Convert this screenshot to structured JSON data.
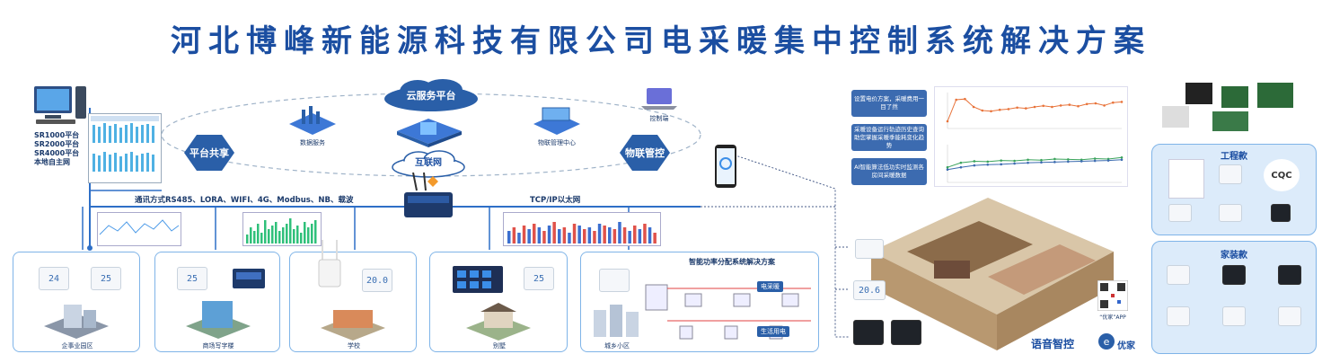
{
  "title": "河北博峰新能源科技有限公司电采暖集中控制系统解决方案",
  "platforms": [
    "SR1000平台",
    "SR2000平台",
    "SR4000平台",
    "本地自主网"
  ],
  "cloud": "云服务平台",
  "internet": "互联网",
  "platform_share": "平台共享",
  "iot_control": "物联管控",
  "data_service": "数据服务",
  "iot_center": "物联管理中心",
  "control_end": "控制端",
  "comm_methods": "通讯方式RS485、LORA、WIFI、4G、Modbus、NB、载波",
  "tcpip": "TCP/IP以太网",
  "sites": {
    "enterprise": "企事业园区",
    "office": "商场写字楼",
    "school": "学校",
    "villa": "别墅",
    "village": "城乡小区"
  },
  "smart_power": "智能功率分配系统解决方案",
  "heating_electric": "电采暖",
  "living_electric": "生活用电",
  "thermostat_values": [
    "24",
    "25",
    "25",
    "20.0",
    "25",
    "20.6"
  ],
  "info_boxes": [
    "设置电价方案，采暖费用一目了然",
    "采暖设备运行轨迹历史查询助您掌握采暖季能耗变化趋势",
    "AI智能算法低功实时监测各房间采暖数据"
  ],
  "brand_voice": "语音智控",
  "brand_home": "优家",
  "app_label": "“优家”APP",
  "engineering": "工程款",
  "home": "家装款",
  "cert": "CQC",
  "colors": {
    "title": "#1b4ea1",
    "accent": "#3c6bb0",
    "border": "#7fb4e8",
    "panel": "#dcebfa",
    "orange_line": "#e8733a",
    "green_line": "#3aa35c",
    "bar_blue": "#3b6fd0",
    "bar_red": "#e0524a",
    "bar_green": "#2fc07a"
  },
  "chart_data": [
    {
      "type": "line",
      "x": [
        "1",
        "2",
        "3",
        "4",
        "5",
        "6",
        "7",
        "8",
        "9",
        "10",
        "11",
        "12",
        "13",
        "14",
        "15",
        "16",
        "17",
        "18",
        "19",
        "20",
        "21"
      ],
      "series": [
        {
          "values": [
            20,
            80,
            82,
            60,
            50,
            48,
            52,
            54,
            58,
            56,
            60,
            63,
            60,
            64,
            66,
            62,
            68,
            70,
            64,
            72,
            74
          ]
        }
      ],
      "ylim": [
        0,
        100
      ]
    },
    {
      "type": "line",
      "x": [
        "1",
        "2",
        "3",
        "4",
        "5",
        "6",
        "7",
        "8",
        "9",
        "10",
        "11",
        "12",
        "13",
        "14"
      ],
      "series": [
        {
          "values": [
            40,
            52,
            56,
            55,
            58,
            57,
            60,
            59,
            62,
            61,
            60,
            63,
            62,
            66
          ]
        },
        {
          "values": [
            34,
            40,
            45,
            47,
            48,
            50,
            52,
            53,
            54,
            55,
            56,
            57,
            58,
            60
          ]
        }
      ],
      "ylim": [
        0,
        100
      ]
    }
  ]
}
